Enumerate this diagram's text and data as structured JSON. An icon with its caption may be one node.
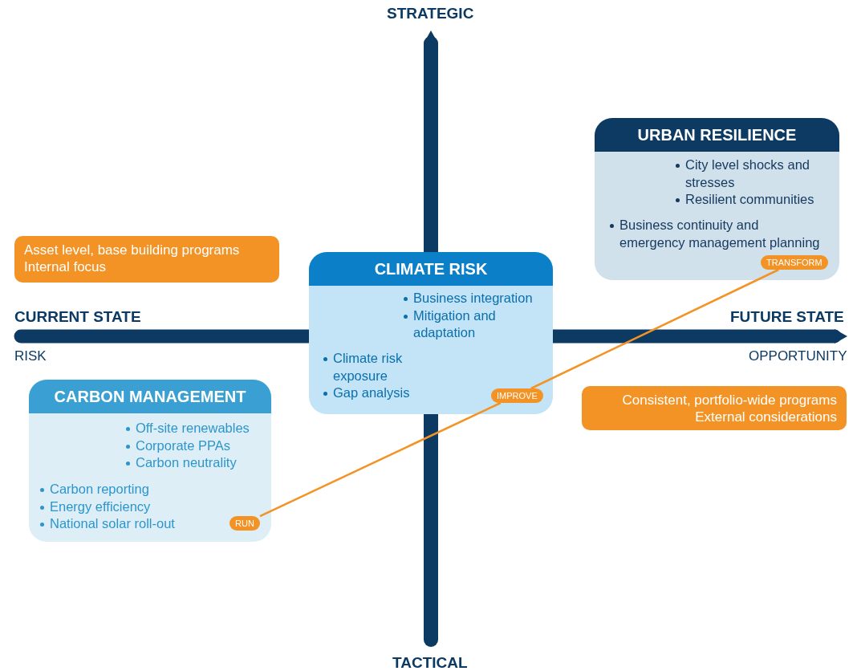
{
  "diagram": {
    "nodes": [
      {
        "text": [
          "Asset level, base building programs",
          "Internal focus"
        ]
      },
      {
        "text": [
          "CLIMATE RISK",
          "Business integration",
          "Mitigation and adaptation",
          "Climate risk exposure",
          "Gap analysis"
        ]
      },
      {
        "text": [
          "IMPROVE"
        ],
        "in": 1
      },
      {
        "text": [
          "URBAN RESILIENCE",
          "City level shocks and stresses",
          "Resilient communities",
          "Business continuity and emergency management planning"
        ]
      },
      {
        "text": [
          "TRANSFORM"
        ],
        "in": 3
      },
      {
        "text": [
          "CARBON MANAGEMENT",
          "Off-site renewables",
          "Corporate PPAs",
          "Carbon neutrality",
          "Carbon reporting",
          "Energy efficiency",
          "National solar roll-out"
        ]
      },
      {
        "text": [
          "RUN"
        ],
        "in": 5
      },
      {
        "text": [
          "Consistent, portfolio-wide programs",
          "External considerations"
        ]
      }
    ],
    "edges": [
      {
        "from": 6,
        "to": 2,
        "arrow": "none"
      },
      {
        "from": 2,
        "to": 4,
        "arrow": "none"
      }
    ],
    "labels": [
      "STRATEGIC",
      "CURRENT STATE",
      "FUTURE STATE",
      "RISK",
      "OPPORTUNITY",
      "TACTICAL"
    ]
  }
}
